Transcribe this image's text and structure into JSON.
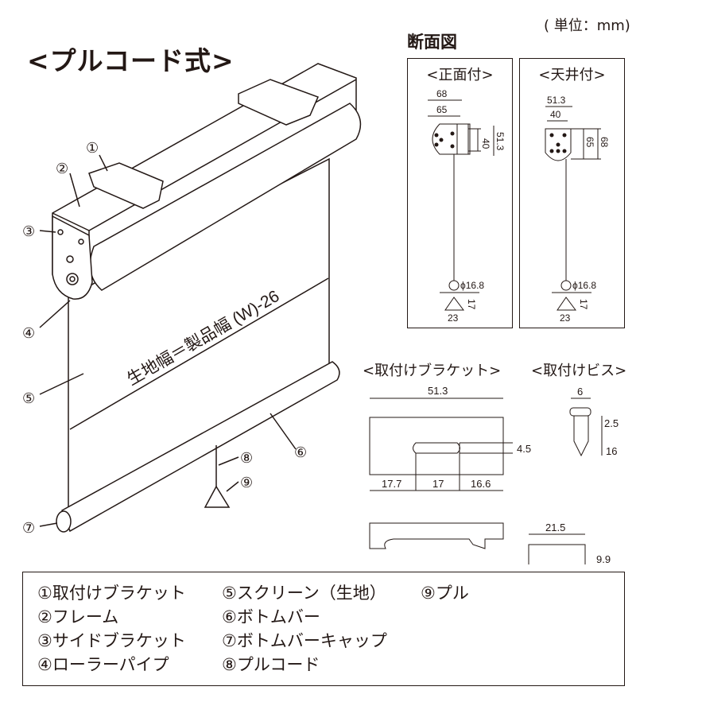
{
  "title": "<プルコード式>",
  "unit": "( 単位：mm)",
  "section_title": "断面図",
  "front_mount": {
    "label": "<正面付>",
    "dims": [
      "68",
      "65",
      "40",
      "51.3",
      "ϕ16.8",
      "17",
      "23"
    ]
  },
  "ceiling_mount": {
    "label": "<天井付>",
    "dims": [
      "51.3",
      "40",
      "65",
      "68",
      "ϕ16.8",
      "17",
      "23"
    ]
  },
  "bracket": {
    "label": "<取付けブラケット>",
    "dims": [
      "51.3",
      "4.5",
      "17.7",
      "17",
      "16.6",
      "21.5",
      "9.9"
    ]
  },
  "screw": {
    "label": "<取付けビス>",
    "dims": [
      "6",
      "2.5",
      "16"
    ]
  },
  "main_diagram": {
    "dimension_label": "生地幅＝製品幅 (W)-26",
    "callouts": [
      "①",
      "②",
      "③",
      "④",
      "⑤",
      "⑥",
      "⑦",
      "⑧",
      "⑨"
    ]
  },
  "legend": [
    "①取付けブラケット",
    "②フレーム",
    "③サイドブラケット",
    "④ローラーパイプ",
    "⑤スクリーン（生地）",
    "⑥ボトムバー",
    "⑦ボトムバーキャップ",
    "⑧プルコード",
    "⑨プル"
  ]
}
